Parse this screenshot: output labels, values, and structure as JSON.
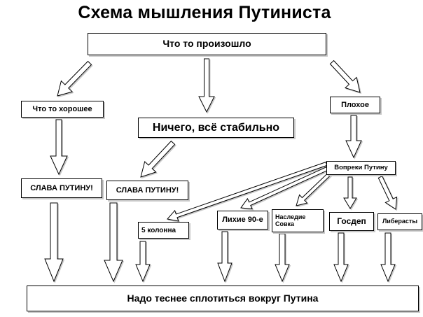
{
  "title": "Схема мышления Путиниста",
  "nodes": {
    "start": "Что то произошло",
    "good": "Что то хорошее",
    "stable": "Ничего, всё стабильно",
    "bad": "Плохое",
    "glory_left": "СЛАВА ПУТИНУ!",
    "glory_right": "СЛАВА ПУТИНУ!",
    "despite": "Вопреки Путину",
    "fifth_column": "5 колонна",
    "nineties": "Лихие 90-е",
    "sovok_line1": "Наследие",
    "sovok_line2": "Совка",
    "gosdep": "Госдеп",
    "liberasty": "Либерасты",
    "final": "Надо теснее сплотиться вокруг Путина"
  },
  "colors": {
    "stroke": "#000000",
    "fill": "#ffffff",
    "shadow": "#c8c8c8"
  }
}
